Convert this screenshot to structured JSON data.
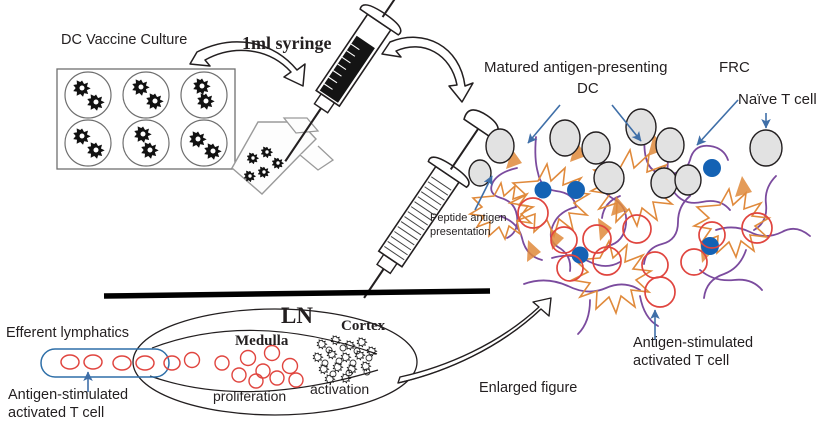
{
  "figure": {
    "title_implicit": "DC vaccine preparation, intranodal injection and T-cell activation in the lymph node",
    "background_color": "#ffffff"
  },
  "labels": {
    "dc_vaccine_culture": "DC Vaccine Culture",
    "syringe": "1ml syringe",
    "matured_dc_line1": "Matured antigen-presenting",
    "matured_dc_line2": "DC",
    "frc": "FRC",
    "naive_t_cell": "Naïve T cell",
    "peptide_line1": "Peptide antigen",
    "peptide_line2": "presentation",
    "ln": "LN",
    "medulla": "Medulla",
    "cortex": "Cortex",
    "proliferation": "proliferation",
    "activation": "activation",
    "efferent_lymphatics": "Efferent lymphatics",
    "activated_t_left_line1": "Antigen-stimulated",
    "activated_t_left_line2": "activated T cell",
    "activated_t_right_line1": "Antigen-stimulated",
    "activated_t_right_line2": "activated T cell",
    "enlarged_figure": "Enlarged figure"
  },
  "colors": {
    "ink": "#231f20",
    "frc_purple": "#7B4B9E",
    "burst_orange": "#E08A3C",
    "t_cell_red": "#E0453F",
    "naive_blue": "#1462B4",
    "arrow_blue": "#3F6FA8",
    "dc_gray_fill": "#E2E2E2",
    "plate_outline": "#6f6f6f",
    "tube_gray": "#9a9a9a",
    "lymph_vessel_blue": "#2E6FA8"
  },
  "culture_plate": {
    "wells": 6,
    "rows": 2,
    "cols": 3,
    "cells_per_well": 2
  },
  "network": {
    "naive_t_cells_gray": 11,
    "activated_t_cells_red": 11,
    "dc_nuclei_blue": 5,
    "antigen_bursts": 6
  },
  "lymph_node": {
    "medulla_t_cells": 10,
    "efferent_t_cells": 5,
    "cortex_dc_cluster": true
  }
}
